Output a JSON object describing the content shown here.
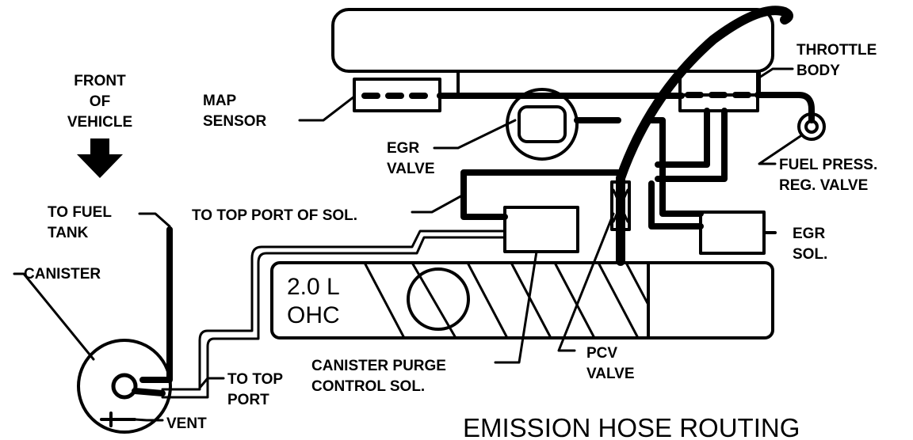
{
  "labels": {
    "front_of_vehicle": [
      "FRONT",
      "OF",
      "VEHICLE"
    ],
    "map_sensor": [
      "MAP",
      "SENSOR"
    ],
    "egr_valve": [
      "EGR",
      "VALVE"
    ],
    "throttle_body": [
      "THROTTLE",
      "BODY"
    ],
    "fuel_press_reg_valve": [
      "FUEL PRESS.",
      "REG. VALVE"
    ],
    "to_fuel_tank": [
      "TO FUEL",
      "TANK"
    ],
    "to_top_port_of_sol": "TO TOP PORT OF SOL.",
    "canister": "CANISTER",
    "egr_sol": [
      "EGR",
      "SOL."
    ],
    "engine": [
      "2.0 L",
      "OHC"
    ],
    "canister_purge_control_sol": [
      "CANISTER PURGE",
      "CONTROL SOL."
    ],
    "pcv_valve": [
      "PCV",
      "VALVE"
    ],
    "to_top_port": [
      "TO TOP",
      "PORT"
    ],
    "vent": "VENT",
    "title": "EMISSION HOSE ROUTING"
  }
}
